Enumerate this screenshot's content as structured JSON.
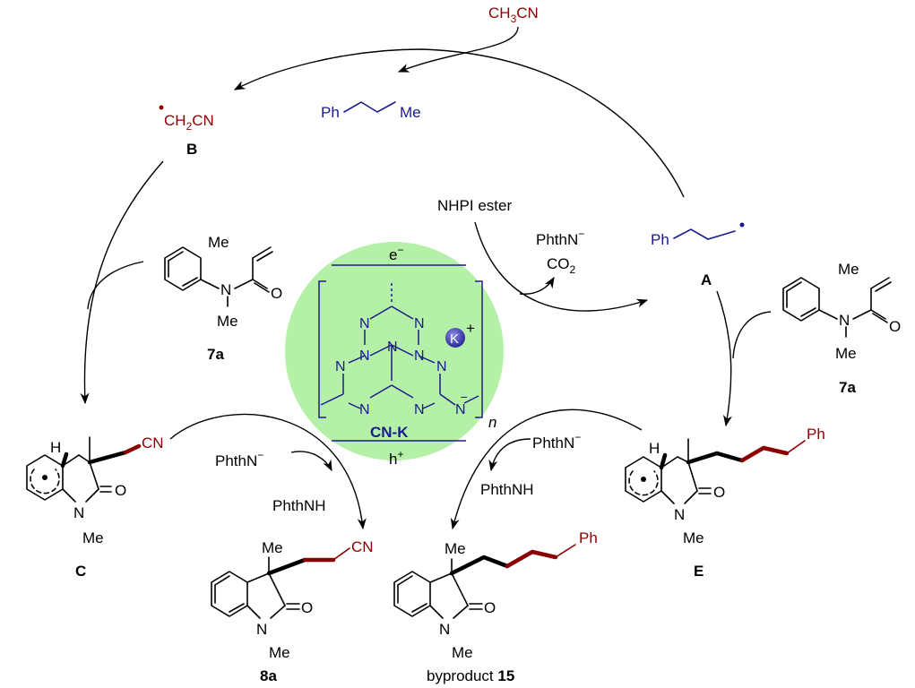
{
  "colors": {
    "radical_red": "#8b0000",
    "radical_blue": "#1a1a8c",
    "catalyst_circle": "#b5f0a8",
    "potassium_sphere": "#3b3bb0"
  },
  "reagents": {
    "acetonitrile": "CH3CN",
    "nhpi_ester": "NHPI ester",
    "phthn_anion": "PhthN",
    "co2": "CO2",
    "phthnh": "PhthNH",
    "propylbenzene_ph": "Ph",
    "propylbenzene_me": "Me",
    "radical_A_ph": "Ph"
  },
  "labels": {
    "A": "A",
    "B": "B",
    "C": "C",
    "E": "E",
    "7a_left": "7a",
    "7a_right": "7a",
    "8a": "8a",
    "byproduct_prefix": "byproduct",
    "byproduct_number": "15",
    "ch2cn": "CH2CN"
  },
  "catalyst": {
    "name": "CN-K",
    "electron": "e",
    "hole": "h",
    "cation": "K",
    "n_subscript": "n"
  },
  "atoms": {
    "me": "Me",
    "n": "N",
    "o": "O",
    "h": "H",
    "cn": "CN",
    "ph": "Ph"
  }
}
